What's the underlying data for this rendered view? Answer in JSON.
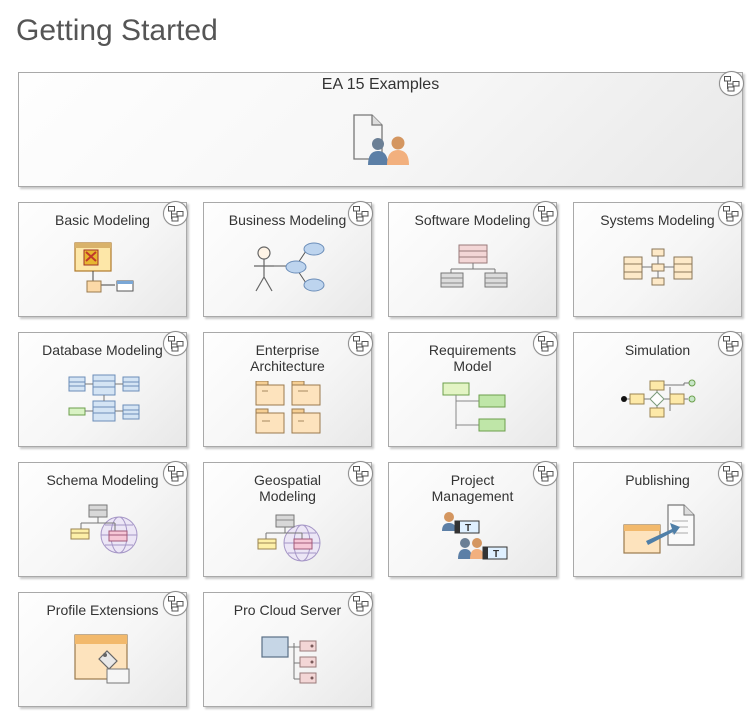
{
  "page": {
    "title": "Getting Started"
  },
  "tiles": {
    "ea_examples": {
      "label": "EA 15 Examples",
      "icon": "users-document-icon"
    },
    "basic": {
      "label": "Basic Modeling",
      "icon": "basic-modeling-icon"
    },
    "business": {
      "label": "Business Modeling",
      "icon": "use-case-icon"
    },
    "software": {
      "label": "Software Modeling",
      "icon": "class-diagram-icon"
    },
    "systems": {
      "label": "Systems Modeling",
      "icon": "sysml-blocks-icon"
    },
    "database": {
      "label": "Database Modeling",
      "icon": "table-schema-icon"
    },
    "enterprise": {
      "label": "Enterprise\nArchitecture",
      "icon": "architecture-packages-icon"
    },
    "requirements": {
      "label": "Requirements\nModel",
      "icon": "requirements-tree-icon"
    },
    "simulation": {
      "label": "Simulation",
      "icon": "activity-flow-icon"
    },
    "schema": {
      "label": "Schema Modeling",
      "icon": "schema-globe-icon"
    },
    "geospatial": {
      "label": "Geospatial\nModeling",
      "icon": "geospatial-globe-icon"
    },
    "project": {
      "label": "Project\nManagement",
      "icon": "team-tasks-icon"
    },
    "publishing": {
      "label": "Publishing",
      "icon": "publish-document-icon"
    },
    "profile": {
      "label": "Profile Extensions",
      "icon": "profile-folder-icon"
    },
    "procloud": {
      "label": "Pro Cloud Server",
      "icon": "server-cloud-icon"
    }
  }
}
